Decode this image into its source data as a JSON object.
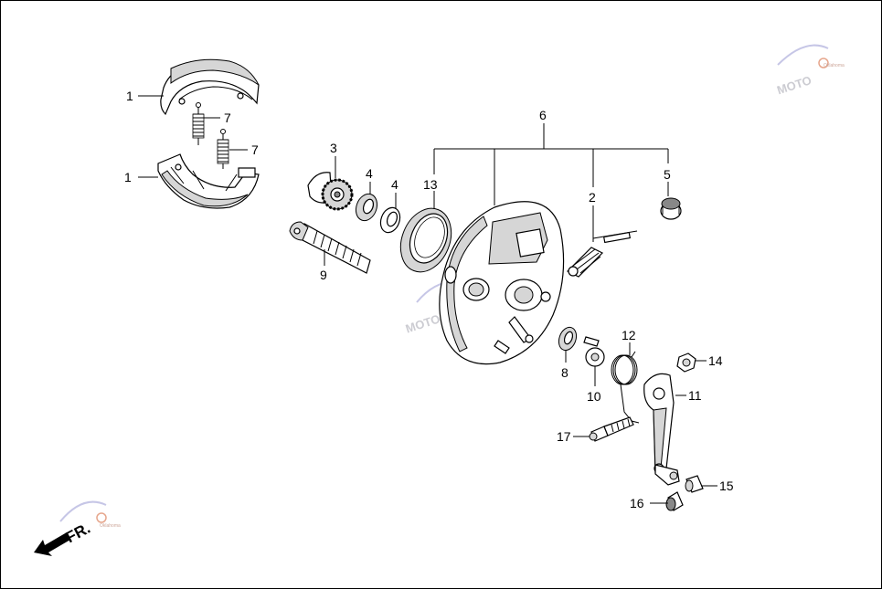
{
  "callouts": [
    {
      "id": "1a",
      "text": "1"
    },
    {
      "id": "1b",
      "text": "1"
    },
    {
      "id": "7a",
      "text": "7"
    },
    {
      "id": "7b",
      "text": "7"
    },
    {
      "id": "3",
      "text": "3"
    },
    {
      "id": "4a",
      "text": "4"
    },
    {
      "id": "4b",
      "text": "4"
    },
    {
      "id": "13",
      "text": "13"
    },
    {
      "id": "6",
      "text": "6"
    },
    {
      "id": "2",
      "text": "2"
    },
    {
      "id": "5",
      "text": "5"
    },
    {
      "id": "9",
      "text": "9"
    },
    {
      "id": "12",
      "text": "12"
    },
    {
      "id": "8",
      "text": "8"
    },
    {
      "id": "10",
      "text": "10"
    },
    {
      "id": "14",
      "text": "14"
    },
    {
      "id": "11",
      "text": "11"
    },
    {
      "id": "17",
      "text": "17"
    },
    {
      "id": "15",
      "text": "15"
    },
    {
      "id": "16",
      "text": "16"
    }
  ],
  "direction": {
    "label": "FR."
  },
  "watermark": {
    "logo_text": "MOTO",
    "sub_text": "Oklahoma"
  }
}
